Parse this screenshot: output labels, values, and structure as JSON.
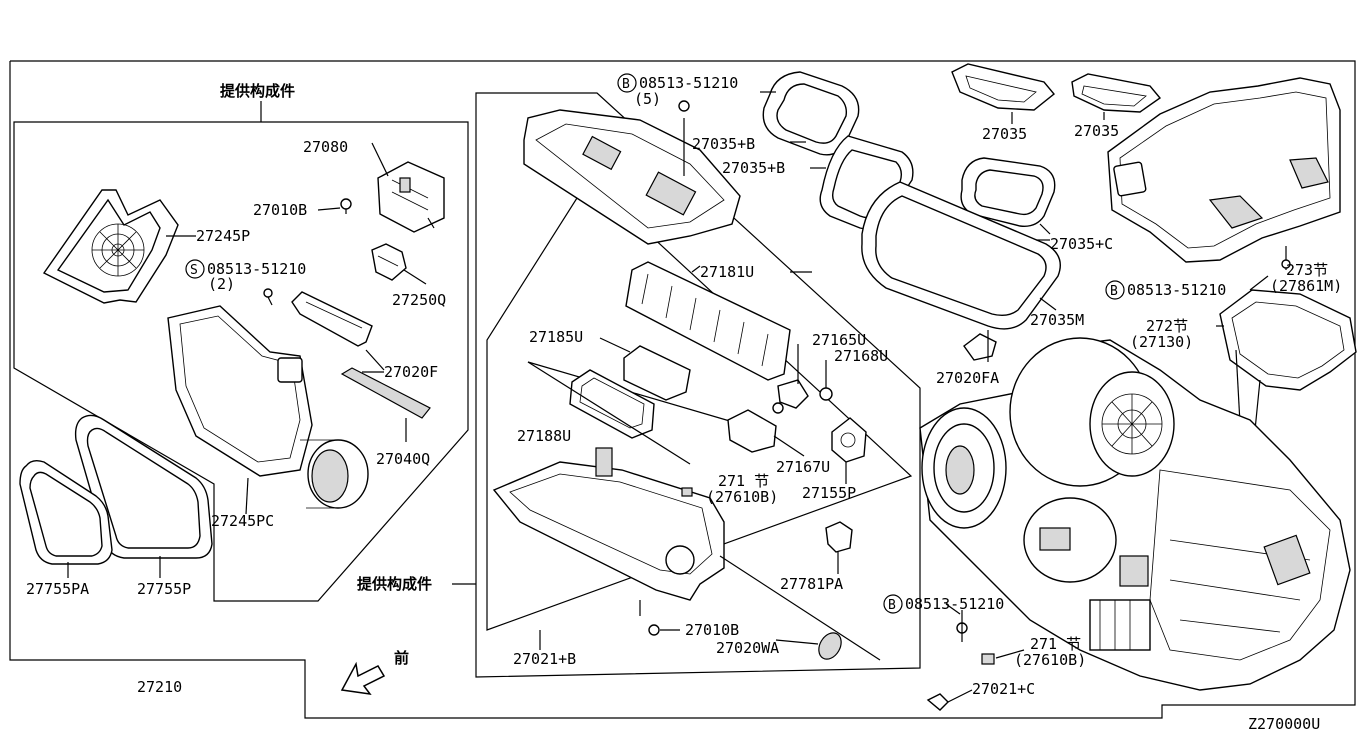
{
  "diagram_id": "Z270000U",
  "front_label": "前",
  "groups": {
    "left_supply_label": "提供构成件",
    "middle_supply_label": "提供构成件",
    "left_assembly": "27210",
    "middle_assembly": "27021+B"
  },
  "parts": {
    "p27080": "27080",
    "p27010B_top": "27010B",
    "p27245P": "27245P",
    "s08513_left": "08513-51210",
    "s08513_left_qty": "(2)",
    "p27250Q": "27250Q",
    "p27020F": "27020F",
    "p27040Q": "27040Q",
    "p27245PC": "27245PC",
    "p27755PA": "27755PA",
    "p27755P": "27755P",
    "b08513_top": "08513-51210",
    "b08513_top_qty": "(5)",
    "p27035B_1": "27035+B",
    "p27035B_2": "27035+B",
    "p27181U": "27181U",
    "p27185U": "27185U",
    "p27165U": "27165U",
    "p27168U": "27168U",
    "p27188U": "27188U",
    "p27167U": "27167U",
    "p27155P": "27155P",
    "p271_mid": "271 节",
    "p27610B_mid": "(27610B)",
    "p27781PA": "27781PA",
    "p27010B_bottom": "27010B",
    "p27020WA": "27020WA",
    "p27035_1": "27035",
    "p27035_2": "27035",
    "p27035C": "27035+C",
    "p27035M": "27035M",
    "p27020FA": "27020FA",
    "p273": "273节",
    "b08513_right": "08513-51210",
    "p27861M": "(27861M)",
    "p272": "272节",
    "p27130": "(27130)",
    "b08513_bottom": "08513-51210",
    "p271_bottom": "271 节",
    "p27610B_bottom": "(27610B)",
    "p27021C": "27021+C"
  },
  "icons": [
    "circle-s-icon",
    "circle-b-icon",
    "front-arrow-icon"
  ]
}
